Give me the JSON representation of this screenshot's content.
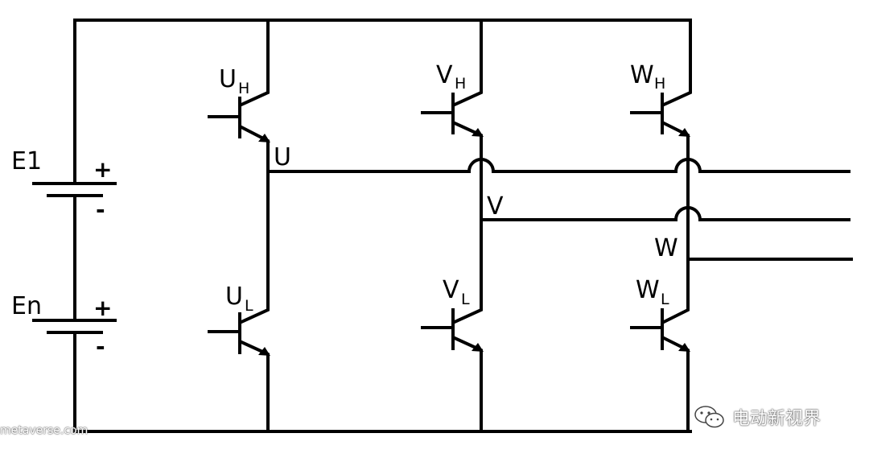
{
  "labels": {
    "battery_top": "E1",
    "battery_bottom": "En",
    "plus": "+",
    "minus": "-",
    "uh_main": "U",
    "uh_sub": "H",
    "vh_main": "V",
    "vh_sub": "H",
    "wh_main": "W",
    "wh_sub": "H",
    "ul_main": "U",
    "ul_sub": "L",
    "vl_main": "V",
    "vl_sub": "L",
    "wl_main": "W",
    "wl_sub": "L",
    "node_u": "U",
    "node_v": "V",
    "node_w": "W"
  },
  "watermarks": {
    "left": "metaverse.com",
    "right": "电动新视界",
    "right_icon": "wechat-icon"
  }
}
